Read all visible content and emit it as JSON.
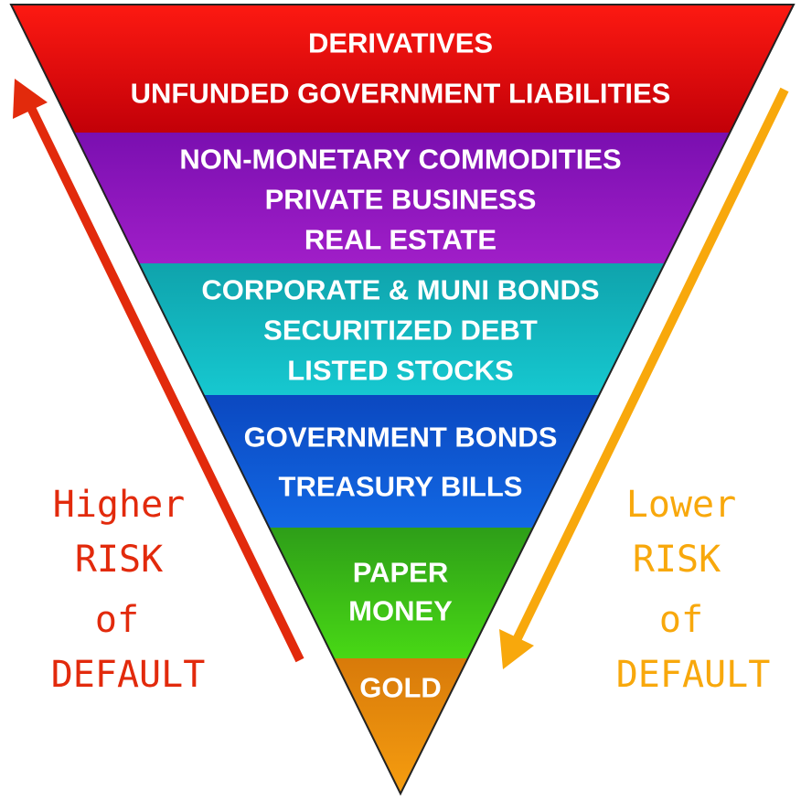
{
  "bands": [
    {
      "name": "red",
      "color": "#e8070a",
      "lines": [
        "DERIVATIVES",
        "UNFUNDED GOVERNMENT LIABILITIES"
      ]
    },
    {
      "name": "purple",
      "color": "#8a12b8",
      "lines": [
        "NON-MONETARY COMMODITIES",
        "PRIVATE BUSINESS",
        "REAL ESTATE"
      ]
    },
    {
      "name": "teal",
      "color": "#13b5bd",
      "lines": [
        "CORPORATE & MUNI BONDS",
        "SECURITIZED DEBT",
        "LISTED STOCKS"
      ]
    },
    {
      "name": "blue",
      "color": "#0d56d4",
      "lines": [
        "GOVERNMENT BONDS",
        "TREASURY BILLS"
      ]
    },
    {
      "name": "green",
      "color": "#3cc615",
      "lines": [
        "PAPER",
        "MONEY"
      ]
    },
    {
      "name": "orange",
      "color": "#f08c0c",
      "lines": [
        "GOLD"
      ]
    }
  ],
  "left_label": {
    "lines": [
      "Higher",
      "RISK",
      "of",
      "DEFAULT"
    ],
    "color": "#e22a0c",
    "arrow_direction": "up"
  },
  "right_label": {
    "lines": [
      "Lower",
      "RISK",
      "of",
      "DEFAULT"
    ],
    "color": "#f8a80c",
    "arrow_direction": "down"
  }
}
